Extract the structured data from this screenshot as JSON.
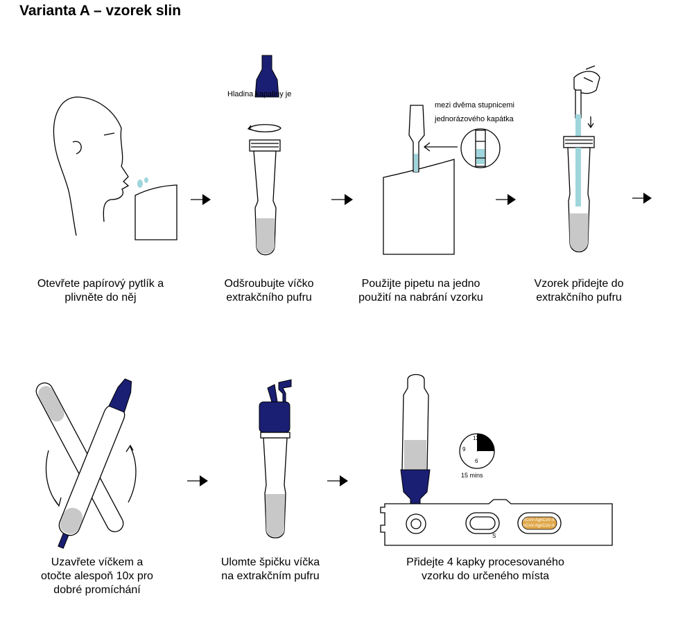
{
  "title": "Varianta A – vzorek slin",
  "steps": [
    {
      "lines": [
        "Otevřete papírový pytlík a",
        "plivněte do něj"
      ]
    },
    {
      "lines": [
        "Odšroubujte víčko",
        "extrakčního pufru"
      ],
      "note": "Hladina kapaliny je"
    },
    {
      "lines": [
        "Použijte pipetu na jedno",
        "použití na nabrání vzorku"
      ],
      "note_lines": [
        "mezi dvěma stupnicemi",
        "jednorázového kapátka"
      ]
    },
    {
      "lines": [
        "Vzorek přidejte do",
        "extrakčního pufru"
      ]
    },
    {
      "lines": [
        "Uzavřete víčkem a",
        "otočte alespoň 10x pro",
        "dobré promíchání"
      ]
    },
    {
      "lines": [
        "Ulomte špičku víčka",
        "na extrakčním pufru"
      ]
    },
    {
      "lines": [
        "Přidejte 4 kapky procesovaného",
        "vzorku do určeného místa"
      ],
      "timer": {
        "label": "15 mins",
        "marks": [
          "12",
          "9",
          "6"
        ]
      },
      "cassette": {
        "window_text": "nCoV-AgnCoV-A",
        "s_label": "S"
      }
    }
  ]
}
